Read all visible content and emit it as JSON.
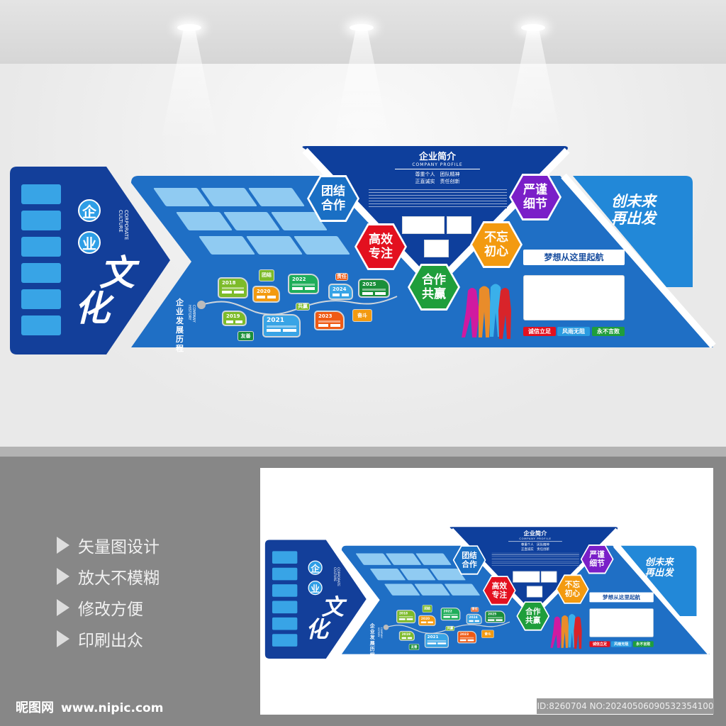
{
  "left_panel": {
    "char1": "企",
    "char2": "业",
    "char3": "文",
    "char4": "化",
    "english": "CORPORATE CULTURE"
  },
  "profile": {
    "title": "企业简介",
    "subtitle": "COMPANY PROFILE",
    "values_row1": "尊重个人　团队精神",
    "values_row2": "正直诚实　责任创新"
  },
  "hexagons": [
    {
      "label": "团结\n合作",
      "color": "#1a6fc4"
    },
    {
      "label": "高效\n专注",
      "color": "#e3101f"
    },
    {
      "label": "合作\n共赢",
      "color": "#1f9e3b"
    },
    {
      "label": "不忘\n初心",
      "color": "#f39a10"
    },
    {
      "label": "严谨\n细节",
      "color": "#7a1fc8"
    }
  ],
  "slogan": "创未来\n再出发",
  "dream": "梦想从这里起航",
  "pills": [
    {
      "label": "诚信立足",
      "color": "#e3101f"
    },
    {
      "label": "风雨无阻",
      "color": "#2a9be0"
    },
    {
      "label": "永不言败",
      "color": "#1f9e3b"
    }
  ],
  "history": {
    "title": "企业发展历程",
    "english": "COMPANY HISTORY",
    "cards": [
      {
        "year": "2018",
        "color": "#7dbb2a"
      },
      {
        "year": "2019",
        "color": "#7dbb2a"
      },
      {
        "year": "2020",
        "color": "#f39a10"
      },
      {
        "year": "2021",
        "color": "#38a4e6"
      },
      {
        "year": "2022",
        "color": "#1fae5a"
      },
      {
        "year": "2023",
        "color": "#ef5a14"
      },
      {
        "year": "2024",
        "color": "#38a4e6"
      },
      {
        "year": "2025",
        "color": "#1a8f3a"
      }
    ],
    "tags": [
      "团结",
      "友善",
      "共赢",
      "责任",
      "奋斗"
    ]
  },
  "features": [
    "矢量图设计",
    "放大不模糊",
    "修改方便",
    "印刷出众"
  ],
  "watermark": {
    "logo": "昵图网",
    "url": "www.nipic.com",
    "id": "ID:8260704 NO:20240506090532354100"
  },
  "colors": {
    "navy": "#133f9a",
    "band": "#1f6fc5",
    "light": "#8ec9f0"
  }
}
